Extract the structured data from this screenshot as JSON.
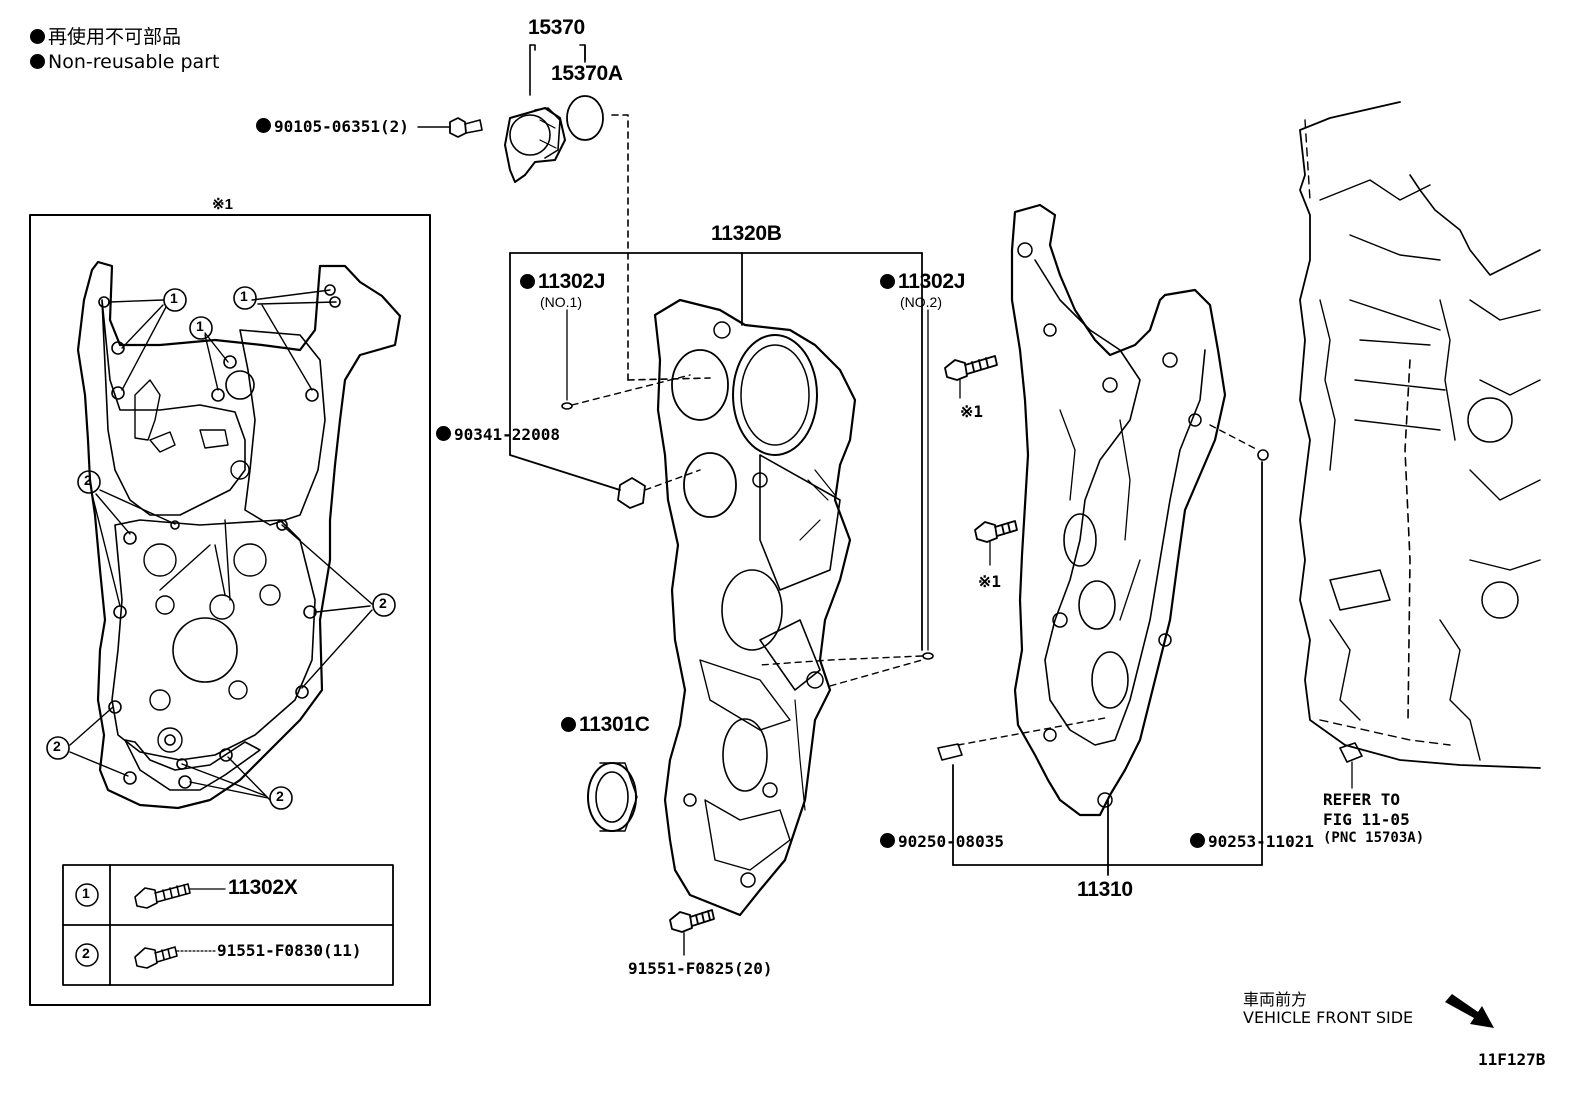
{
  "legend": {
    "line1": "再使用不可部品",
    "line2": "Non-reusable part"
  },
  "inset": {
    "title": "※1",
    "callout_1": "1",
    "callout_2": "2",
    "table": [
      {
        "key": "1",
        "part": "11302X"
      },
      {
        "key": "2",
        "part": "91551-F0830(11)"
      }
    ]
  },
  "parts": {
    "p15370": "15370",
    "p15370A": "15370A",
    "p90105": "90105-06351(2)",
    "p11320B": "11320B",
    "p11302J_1": "11302J",
    "p11302J_1_sub": "(NO.1)",
    "p11302J_2": "11302J",
    "p11302J_2_sub": "(NO.2)",
    "p90341": "90341-22008",
    "p11301C": "11301C",
    "p91551_F0825": "91551-F0825(20)",
    "p90250": "90250-08035",
    "p90253": "90253-11021",
    "p11310": "11310",
    "note_ref_a": "※1",
    "note_ref_b": "※1"
  },
  "refer": {
    "line1": "REFER TO",
    "line2": "FIG 11-05",
    "line3": "(PNC 15703A)"
  },
  "front": {
    "jp": "車両前方",
    "en": "VEHICLE FRONT SIDE"
  },
  "figure_id": "11F127B"
}
